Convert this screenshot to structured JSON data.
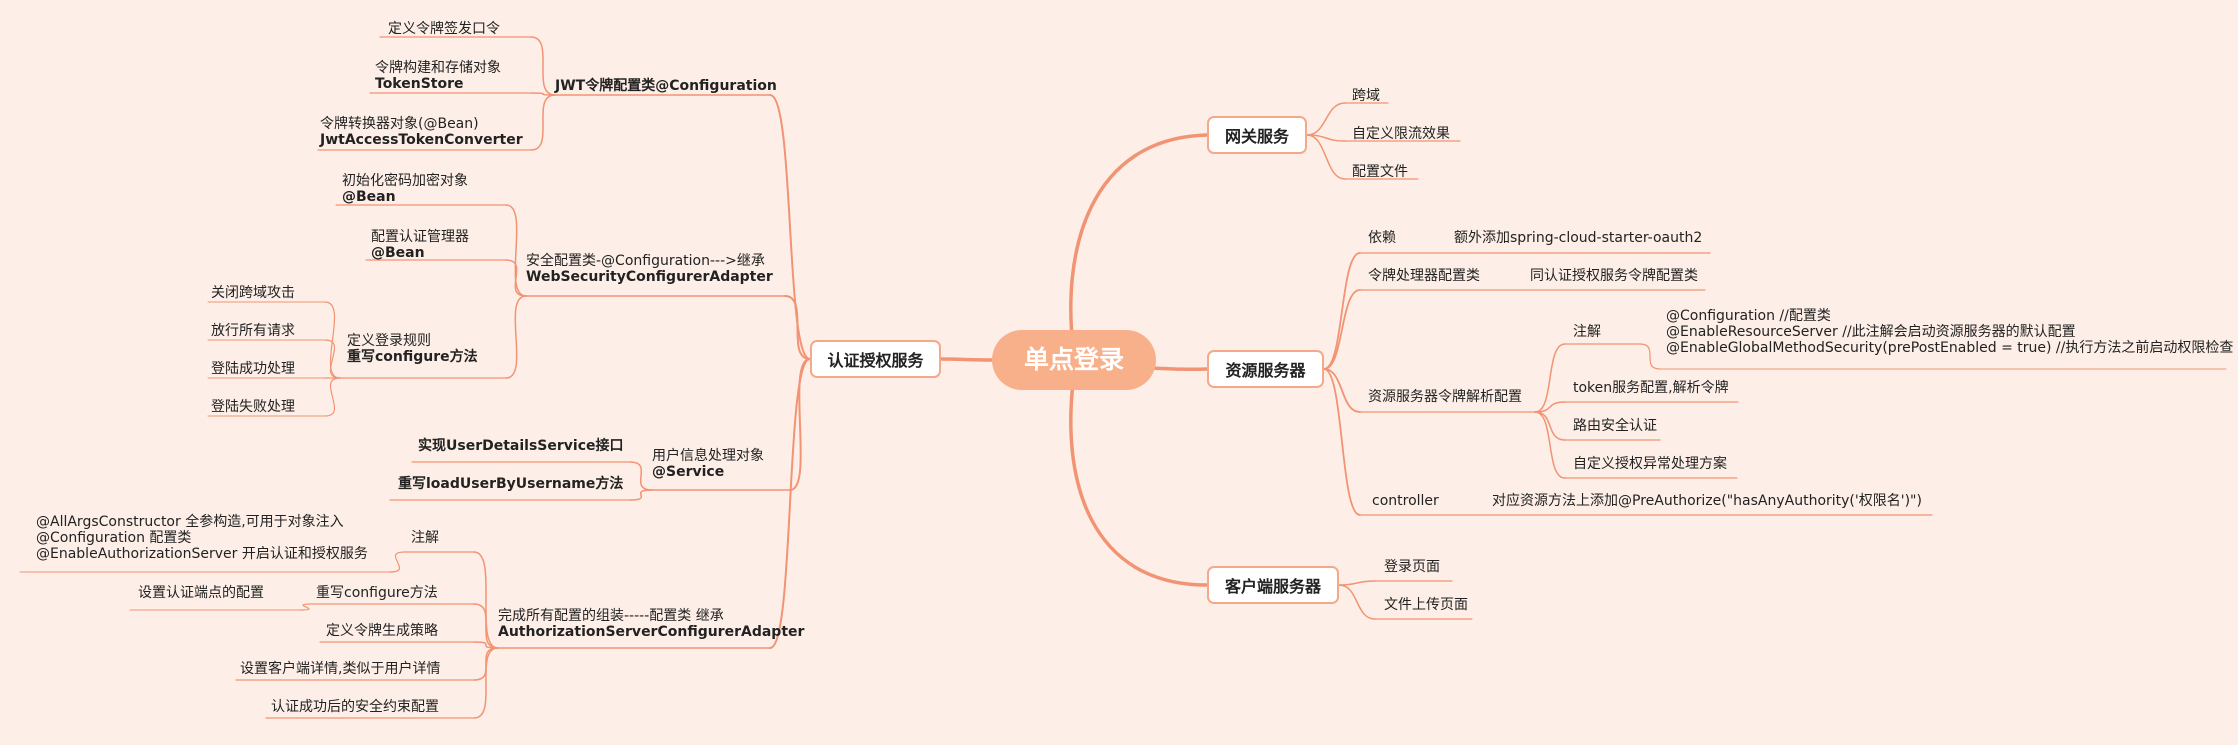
{
  "root": "单点登录",
  "auth": {
    "title": "认证授权服务",
    "jwt": {
      "label": "JWT令牌配置类@Configuration",
      "c1": "定义令牌签发口令",
      "c2a": "令牌构建和存储对象",
      "c2b": "TokenStore",
      "c3a": "令牌转换器对象(@Bean)",
      "c3b": "JwtAccessTokenConverter"
    },
    "sec": {
      "la": "安全配置类-@Configuration--->继承",
      "lb": "WebSecurityConfigurerAdapter",
      "c1a": "初始化密码加密对象",
      "c1b": "@Bean",
      "c2a": "配置认证管理器",
      "c2b": "@Bean",
      "c3a": "定义登录规则",
      "c3b": "重写configure方法",
      "g1": "关闭跨域攻击",
      "g2": "放行所有请求",
      "g3": "登陆成功处理",
      "g4": "登陆失败处理"
    },
    "user": {
      "la": "用户信息处理对象",
      "lb": "@Service",
      "c1": "实现UserDetailsService接口",
      "c2": "重写loadUserByUsername方法"
    },
    "auth_server": {
      "la": "完成所有配置的组装-----配置类  继承",
      "lb": "AuthorizationServerConfigurerAdapter",
      "anno": "注解",
      "a1": "@AllArgsConstructor   全参构造,可用于对象注入",
      "a2": "@Configuration         配置类",
      "a3": "@EnableAuthorizationServer    开启认证和授权服务",
      "c2": "重写configure方法",
      "c2g": "设置认证端点的配置",
      "c3": "定义令牌生成策略",
      "c4": "设置客户端详情,类似于用户详情",
      "c5": "认证成功后的安全约束配置"
    }
  },
  "gateway": {
    "title": "网关服务",
    "c1": "跨域",
    "c2": "自定义限流效果",
    "c3": "配置文件"
  },
  "resource": {
    "title": "资源服务器",
    "dep": "依赖",
    "dep_v": "额外添加spring-cloud-starter-oauth2",
    "tok": "令牌处理器配置类",
    "tok_v": "同认证授权服务令牌配置类",
    "parse": "资源服务器令牌解析配置",
    "anno": "注解",
    "a1": "@Configuration        //配置类",
    "a2": "@EnableResourceServer    //此注解会启动资源服务器的默认配置",
    "a3": "@EnableGlobalMethodSecurity(prePostEnabled = true)  //执行方法之前启动权限检查",
    "p2": "token服务配置,解析令牌",
    "p3": "路由安全认证",
    "p4": "自定义授权异常处理方案",
    "ctrl": "controller",
    "ctrl_v": "对应资源方法上添加@PreAuthorize(\"hasAnyAuthority('权限名')\")"
  },
  "client": {
    "title": "客户端服务器",
    "c1": "登录页面",
    "c2": "文件上传页面"
  },
  "colors": {
    "bg": "#fdefe7",
    "line": "#f29373",
    "root": "#f8b08a"
  }
}
